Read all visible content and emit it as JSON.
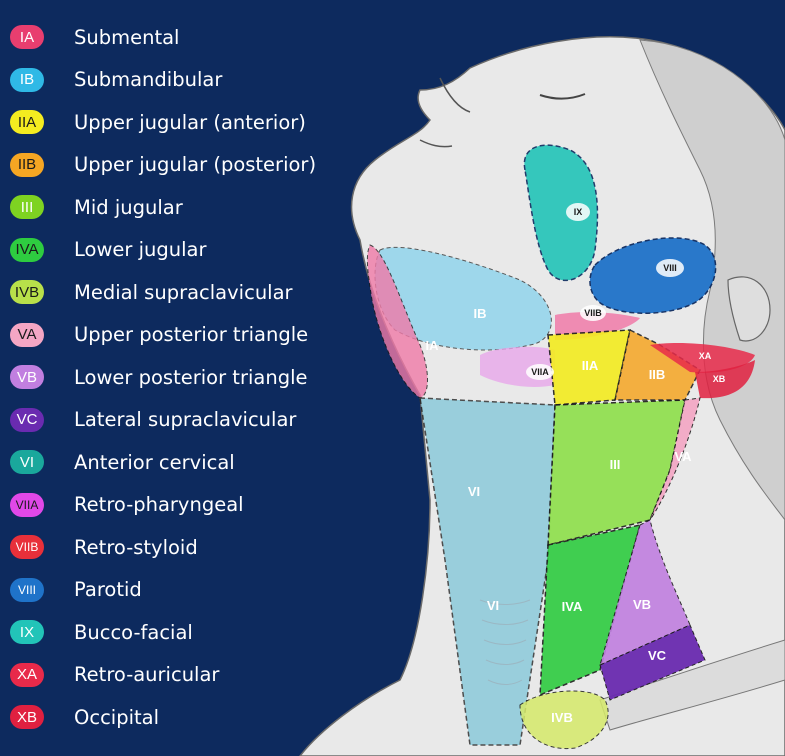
{
  "legend": [
    {
      "code": "IA",
      "label": "Submental",
      "color": "#e83e6f",
      "text_color": "#ffffff"
    },
    {
      "code": "IB",
      "label": "Submandibular",
      "color": "#2fb9e6",
      "text_color": "#ffffff"
    },
    {
      "code": "IIA",
      "label": "Upper jugular (anterior)",
      "color": "#f4ec20",
      "text_color": "#1a1a1a"
    },
    {
      "code": "IIB",
      "label": "Upper jugular (posterior)",
      "color": "#f5a623",
      "text_color": "#1a1a1a"
    },
    {
      "code": "III",
      "label": "Mid jugular",
      "color": "#7ed321",
      "text_color": "#ffffff"
    },
    {
      "code": "IVA",
      "label": "Lower jugular",
      "color": "#2ecc40",
      "text_color": "#1a1a1a"
    },
    {
      "code": "IVB",
      "label": "Medial supraclavicular",
      "color": "#b8e04a",
      "text_color": "#1a1a1a"
    },
    {
      "code": "VA",
      "label": "Upper posterior triangle",
      "color": "#f4a6c4",
      "text_color": "#1a1a1a"
    },
    {
      "code": "VB",
      "label": "Lower posterior triangle",
      "color": "#c17fe0",
      "text_color": "#ffffff"
    },
    {
      "code": "VC",
      "label": "Lateral supraclavicular",
      "color": "#6a2bb0",
      "text_color": "#ffffff"
    },
    {
      "code": "VI",
      "label": "Anterior cervical",
      "color": "#1aa89c",
      "text_color": "#ffffff"
    },
    {
      "code": "VIIA",
      "label": "Retro-pharyngeal",
      "color": "#e048e8",
      "text_color": "#1a1a1a"
    },
    {
      "code": "VIIB",
      "label": "Retro-styloid",
      "color": "#e8303a",
      "text_color": "#ffffff"
    },
    {
      "code": "VIII",
      "label": "Parotid",
      "color": "#1f73c9",
      "text_color": "#ffffff"
    },
    {
      "code": "IX",
      "label": "Bucco-facial",
      "color": "#22c4b8",
      "text_color": "#ffffff"
    },
    {
      "code": "XA",
      "label": "Retro-auricular",
      "color": "#e82a4a",
      "text_color": "#ffffff"
    },
    {
      "code": "XB",
      "label": "Occipital",
      "color": "#e02040",
      "text_color": "#ffffff"
    }
  ],
  "diagram_labels": {
    "IX": "IX",
    "VIII": "VIII",
    "IB": "IB",
    "VIIB": "VIIB",
    "IA": "IA",
    "VIIA": "VIIA",
    "IIA": "IIA",
    "IIB": "IIB",
    "XA": "XA",
    "XB": "XB",
    "VA": "VA",
    "III": "III",
    "VI_upper": "VI",
    "VI_lower": "VI",
    "IVA": "IVA",
    "VB": "VB",
    "VC": "VC",
    "IVB": "IVB"
  }
}
